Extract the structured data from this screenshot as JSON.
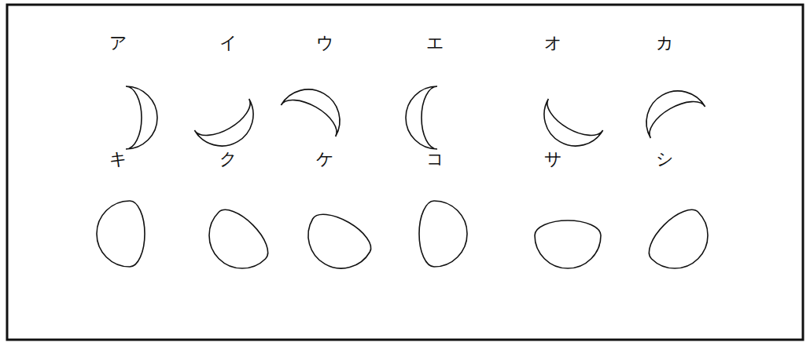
{
  "diagram": {
    "labels": [
      "ア",
      "イ",
      "ウ",
      "エ",
      "オ",
      "カ",
      "キ",
      "ク",
      "ケ",
      "コ",
      "サ",
      "シ"
    ]
  }
}
